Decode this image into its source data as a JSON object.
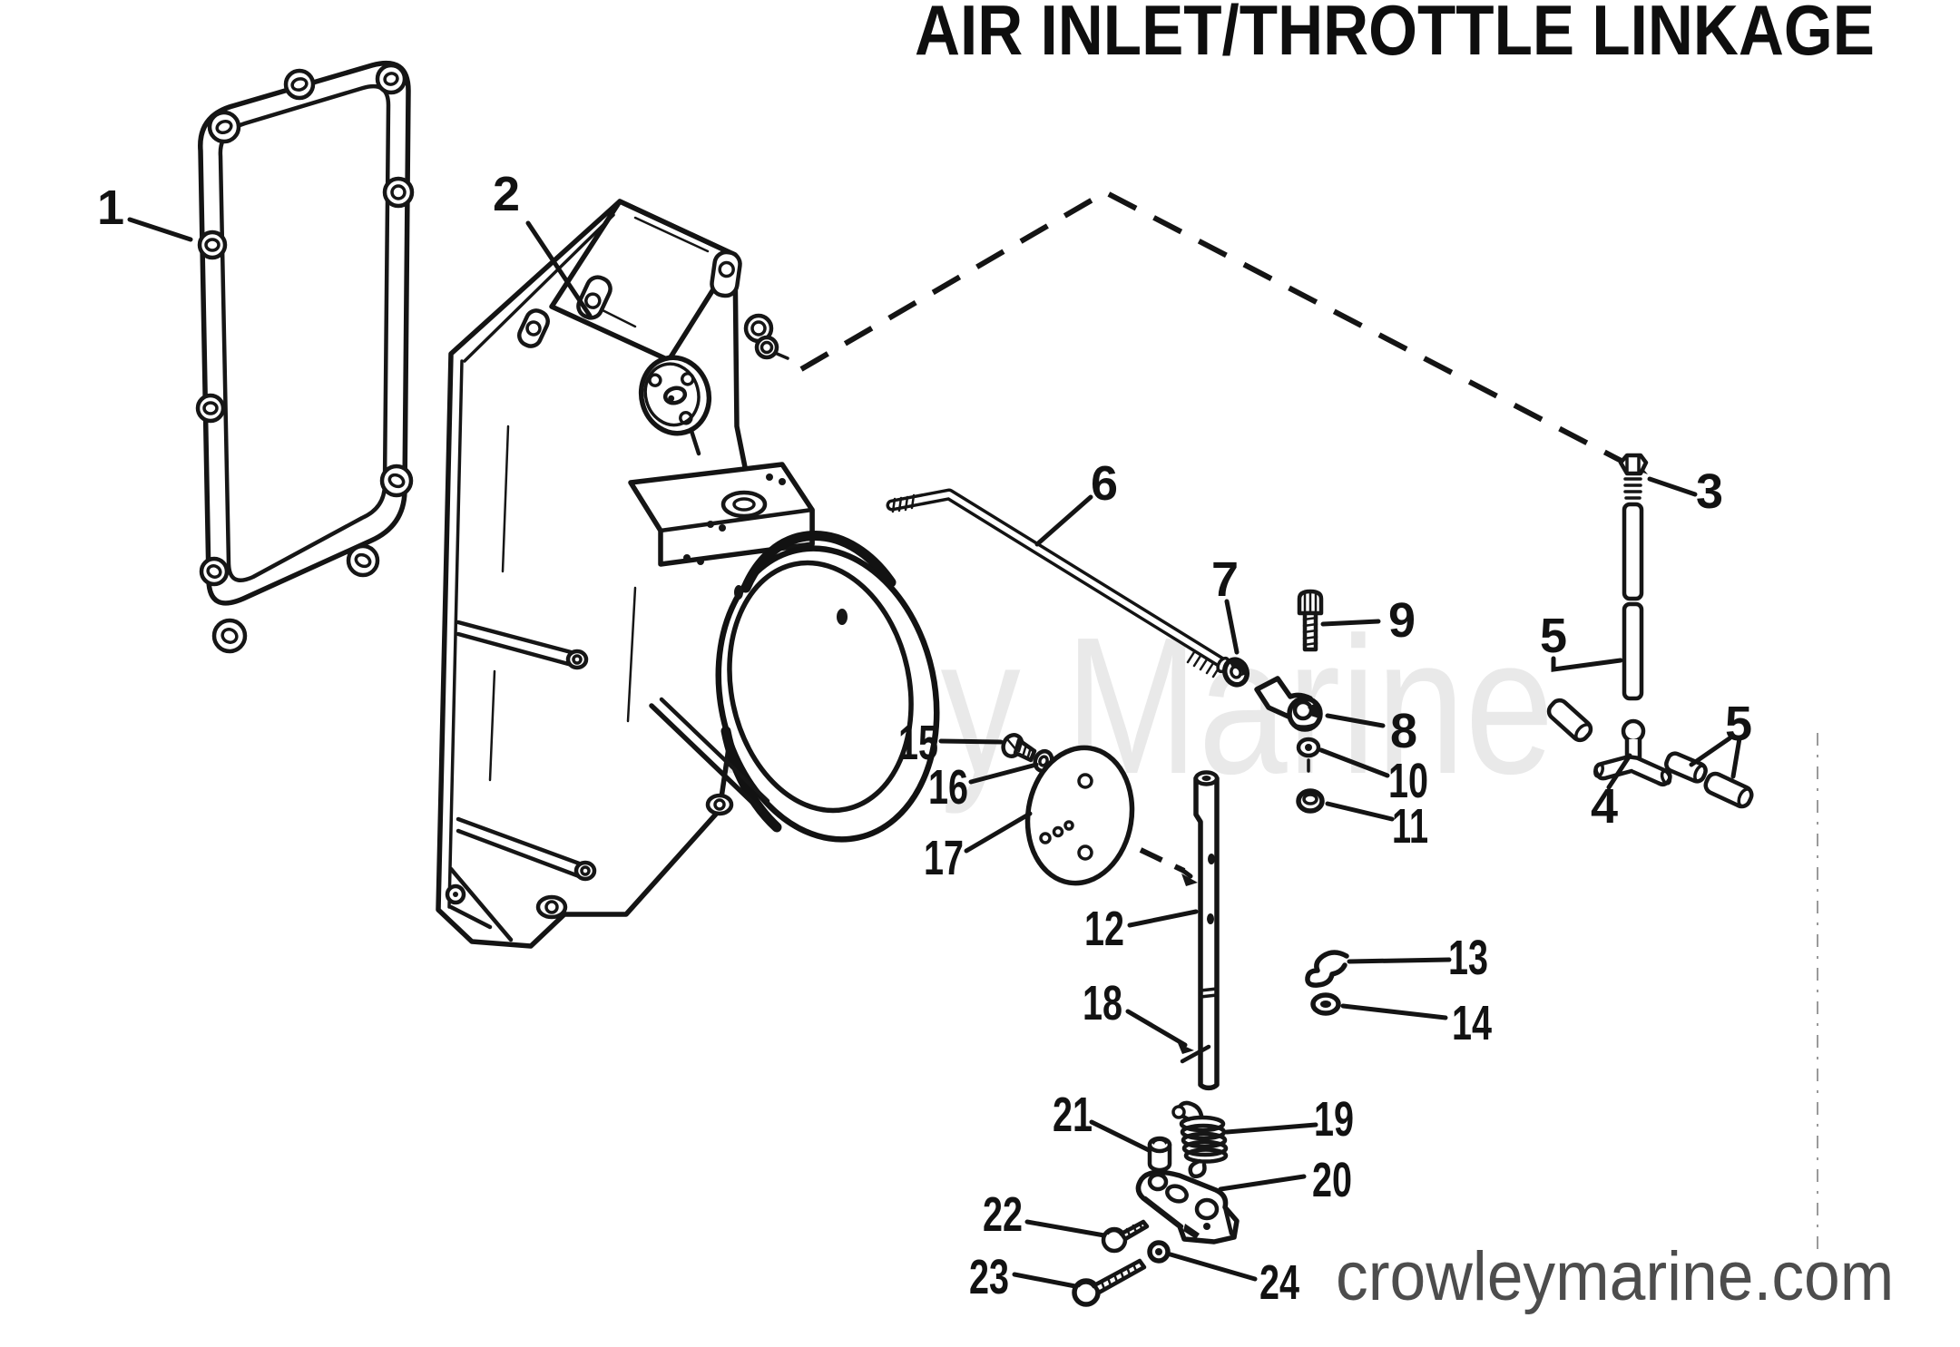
{
  "title": "AIR INLET/THROTTLE LINKAGE",
  "watermark": "Crowley Marine",
  "footer": {
    "website": "crowleymarine.com"
  },
  "colors": {
    "ink": "#141414",
    "background": "#ffffff",
    "watermark_text": "#e9e9e9",
    "website_text": "#4d4d4d"
  },
  "callouts": [
    "1",
    "2",
    "3",
    "4",
    "5",
    "5",
    "6",
    "7",
    "8",
    "9",
    "10",
    "11",
    "12",
    "13",
    "14",
    "15",
    "16",
    "17",
    "18",
    "19",
    "20",
    "21",
    "22",
    "23",
    "24"
  ]
}
